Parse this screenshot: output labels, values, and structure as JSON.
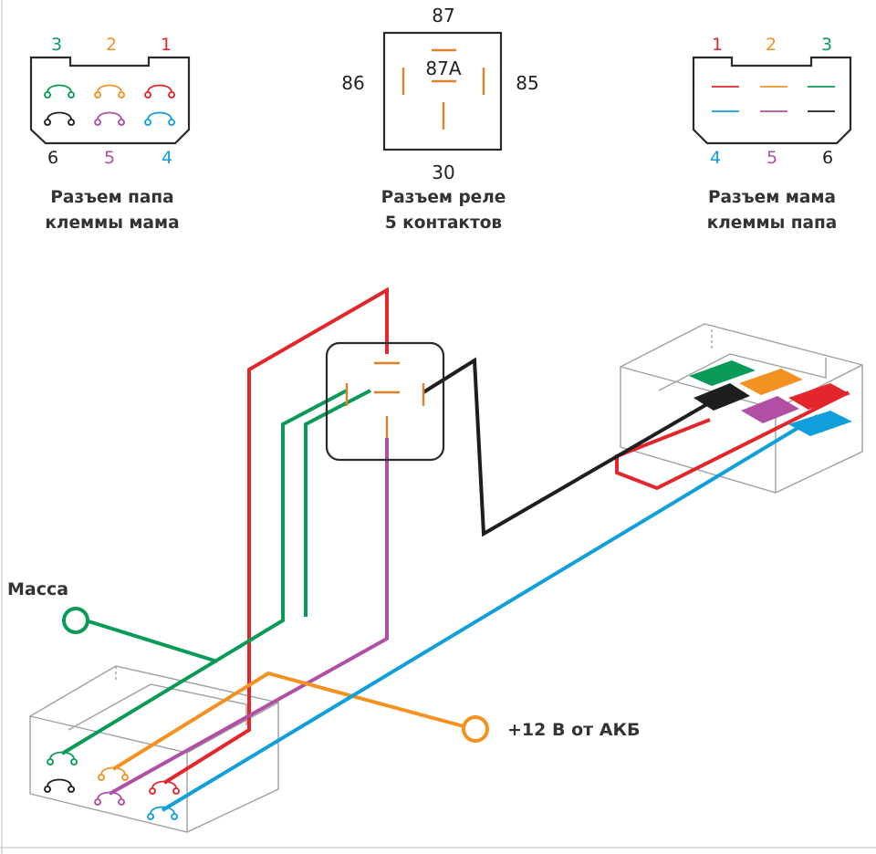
{
  "colors": {
    "red": "#e3262b",
    "orange": "#f39220",
    "green": "#0a9a57",
    "magenta": "#b04fa4",
    "cyan": "#109fdb",
    "black": "#1e1e1e",
    "outline": "#2a2a2a",
    "box_line": "#9a9a9a"
  },
  "plug_male": {
    "top_pins": [
      {
        "label": "3",
        "color": "#0a9a57"
      },
      {
        "label": "2",
        "color": "#f39220"
      },
      {
        "label": "1",
        "color": "#e3262b"
      }
    ],
    "bottom_pins": [
      {
        "label": "6",
        "color": "#1e1e1e"
      },
      {
        "label": "5",
        "color": "#b04fa4"
      },
      {
        "label": "4",
        "color": "#109fdb"
      }
    ],
    "caption_line1": "Разъем папа",
    "caption_line2": "клеммы мама"
  },
  "relay": {
    "pin_top": "87",
    "pin_center": "87A",
    "pin_left": "86",
    "pin_right": "85",
    "pin_bottom": "30",
    "caption_line1": "Разъем реле",
    "caption_line2": "5 контактов"
  },
  "plug_female": {
    "top_pins": [
      {
        "label": "1",
        "color": "#e3262b"
      },
      {
        "label": "2",
        "color": "#f39220"
      },
      {
        "label": "3",
        "color": "#0a9a57"
      }
    ],
    "bottom_pins": [
      {
        "label": "4",
        "color": "#109fdb"
      },
      {
        "label": "5",
        "color": "#b04fa4"
      },
      {
        "label": "6",
        "color": "#1e1e1e"
      }
    ],
    "caption_line1": "Разъем мама",
    "caption_line2": "клеммы папа"
  },
  "wiring": {
    "ground_label": "Масса",
    "battery_label": "+12 В от АКБ"
  }
}
